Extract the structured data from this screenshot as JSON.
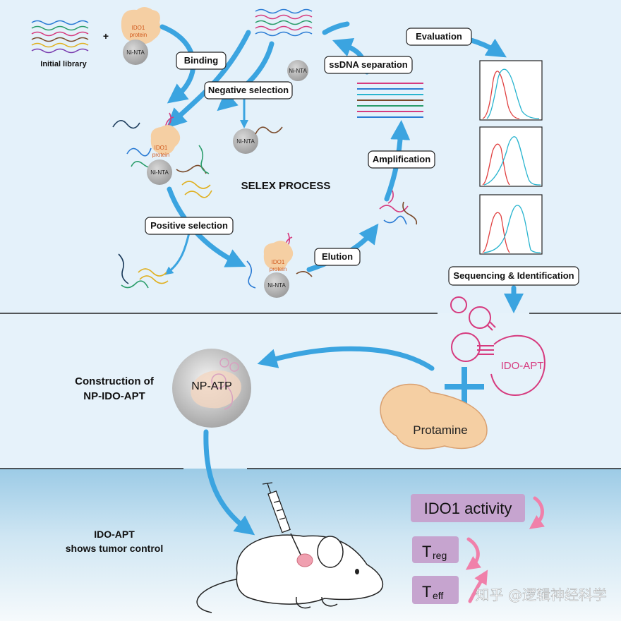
{
  "selex": {
    "initial_library": "Initial library",
    "plus": "+",
    "protein_line1": "IDO1",
    "protein_line2": "protein",
    "bead": "Ni-NTA",
    "binding": "Binding",
    "negative_selection": "Negative selection",
    "positive_selection": "Positive selection",
    "elution": "Elution",
    "amplification": "Amplification",
    "ssdna_separation": "ssDNA separation",
    "evaluation": "Evaluation",
    "sequencing": "Sequencing & Identification",
    "process_title": "SELEX PROCESS"
  },
  "construction": {
    "title_line1": "Construction of",
    "title_line2": "NP-IDO-APT",
    "nanoparticle": "NP-ATP",
    "aptamer": "IDO-APT",
    "protamine": "Protamine"
  },
  "outcome": {
    "title_line1": "IDO-APT",
    "title_line2": "shows tumor control",
    "ido1_activity": "IDO1 activity",
    "treg_main": "T",
    "treg_sub": "reg",
    "teff_main": "T",
    "teff_sub": "eff"
  },
  "watermark": "知乎 @逻辑神经科学",
  "colors": {
    "background_top": "#e4f1fa",
    "arrow_blue": "#3ba4e0",
    "aptamer_magenta": "#d63a7e",
    "protein_orange": "#f5cfa3",
    "purple_box": "#c6a4cf",
    "pink_arrow": "#f080aa",
    "histogram_red": "#e04040",
    "histogram_cyan": "#28b4cf"
  }
}
